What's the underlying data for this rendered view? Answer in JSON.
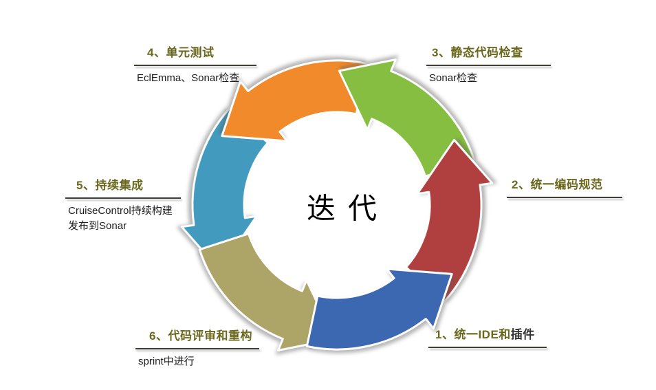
{
  "center": {
    "label": "迭代"
  },
  "steps": [
    {
      "num": "1",
      "title": "1、统一IDE和",
      "title_suffix": "插件",
      "subtitle": "",
      "color": "#3C68B2",
      "position": "bottom-right"
    },
    {
      "num": "2",
      "title": "2、统一编码规范",
      "subtitle": "",
      "color": "#B04040",
      "position": "right"
    },
    {
      "num": "3",
      "title": "3、静态代码检查",
      "subtitle": "Sonar检查",
      "color": "#85BE40",
      "position": "top-right"
    },
    {
      "num": "4",
      "title": "4、单元测试",
      "subtitle": "EclEmma、Sonar检查",
      "color": "#F08A2B",
      "position": "top-left"
    },
    {
      "num": "5",
      "title": "5、持续集成",
      "subtitle": "CruiseControl持续构建",
      "subtitle2": "发布到Sonar",
      "color": "#429BBE",
      "position": "left"
    },
    {
      "num": "6",
      "title": "6、代码评审和重构",
      "subtitle": "sprint中进行",
      "color": "#ADA468",
      "position": "bottom-left"
    }
  ],
  "style": {
    "title_color": "#6B681E",
    "subtitle_color": "#1C1C1C",
    "underline_color": "#3E3E36",
    "arrow_outline": "#FFFFFF",
    "background": "#FFFFFF"
  }
}
